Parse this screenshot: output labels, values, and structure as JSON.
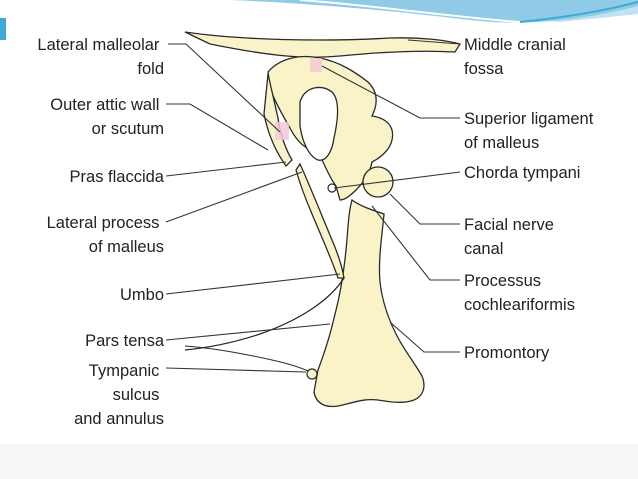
{
  "slide": {
    "accent_top": "#3fa7d6",
    "accent_light": "#bfe3f3",
    "diagram_fill": "#fbf3c8",
    "bottom_band": "#f6f6f6"
  },
  "labels": {
    "left": [
      {
        "id": "lateral-malleolar-fold",
        "lines": [
          "Lateral malleolar",
          "fold"
        ]
      },
      {
        "id": "outer-attic-wall",
        "lines": [
          "Outer attic wall",
          "or scutum"
        ]
      },
      {
        "id": "pras-flaccida",
        "lines": [
          "Pras flaccida"
        ]
      },
      {
        "id": "lateral-process-of-malleus",
        "lines": [
          "Lateral process",
          "of malleus"
        ]
      },
      {
        "id": "umbo",
        "lines": [
          "Umbo"
        ]
      },
      {
        "id": "pars-tensa",
        "lines": [
          "Pars tensa"
        ]
      },
      {
        "id": "tympanic-sulcus-and-annulus",
        "lines": [
          "Tympanic",
          "sulcus",
          "and annulus"
        ]
      }
    ],
    "right": [
      {
        "id": "middle-cranial-fossa",
        "lines": [
          "Middle cranial",
          "fossa"
        ]
      },
      {
        "id": "superior-ligament-of-malleus",
        "lines": [
          "Superior ligament",
          "of malleus"
        ]
      },
      {
        "id": "chorda-tympani",
        "lines": [
          "Chorda tympani"
        ]
      },
      {
        "id": "facial-nerve-canal",
        "lines": [
          "Facial nerve",
          "canal"
        ]
      },
      {
        "id": "processus-cochleariformis",
        "lines": [
          "Processus",
          "cochleariformis"
        ]
      },
      {
        "id": "promontory",
        "lines": [
          "Promontory"
        ]
      }
    ]
  }
}
